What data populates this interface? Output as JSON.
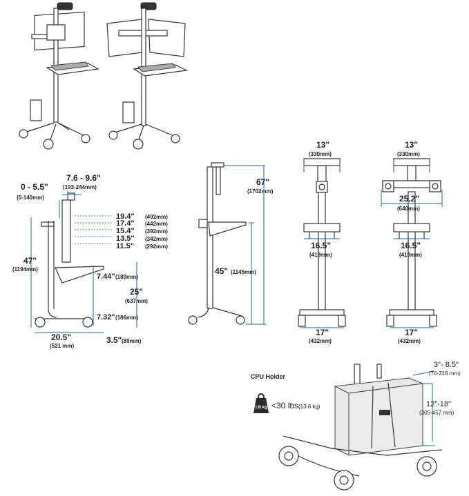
{
  "dims": {
    "offset": "0 - 5.5\"",
    "offset_mm": "(0-140mm)",
    "arm": "7.6 - 9.6\"",
    "arm_mm": "(193-244mm)",
    "h1": "19.4\"",
    "h1_mm": "(492mm)",
    "h2": "17.4\"",
    "h2_mm": "(442mm)",
    "h3": "15.4\"",
    "h3_mm": "(392mm)",
    "h4": "13.5\"",
    "h4_mm": "(342mm)",
    "h5": "11.5\"",
    "h5_mm": "(292mm)",
    "total": "47\"",
    "total_mm": "(1194mm)",
    "kb": "7.44\"",
    "kb_mm": "(189mm)",
    "shelf": "25\"",
    "shelf_mm": "(637mm)",
    "base_h": "7.32\"",
    "base_h_mm": "(186mm)",
    "base_w": "20.5\"",
    "base_w_mm": "(521 mm)",
    "foot": "3.5\"",
    "foot_mm": "(89mm)",
    "tall": "67\"",
    "tall_mm": "(1702mm)",
    "mid": "45\"",
    "mid_mm": "(1145mm)",
    "top_a": "13\"",
    "top_a_mm": "(330mm)",
    "top_b": "13\"",
    "top_b_mm": "(330mm)",
    "dual": "25.2\"",
    "dual_mm": "(640mm)",
    "wk_a": "16.5\"",
    "wk_a_mm": "(419mm)",
    "wk_b": "16.5\"",
    "wk_b_mm": "(419mm)",
    "base_a": "17\"",
    "base_a_mm": "(432mm)",
    "base_b": "17\"",
    "base_b_mm": "(432mm)"
  },
  "cpu": {
    "title": "CPU Holder",
    "weight_icon": "weight-icon",
    "weight_badge": "LB kg",
    "weight": "<30 lbs.",
    "weight_kg": "(13.6 kg)",
    "depth": "3\"- 8.5\"",
    "depth_mm": "(76-216 mm)",
    "height": "12\"-18\"",
    "height_mm": "(305-457 mm)"
  }
}
